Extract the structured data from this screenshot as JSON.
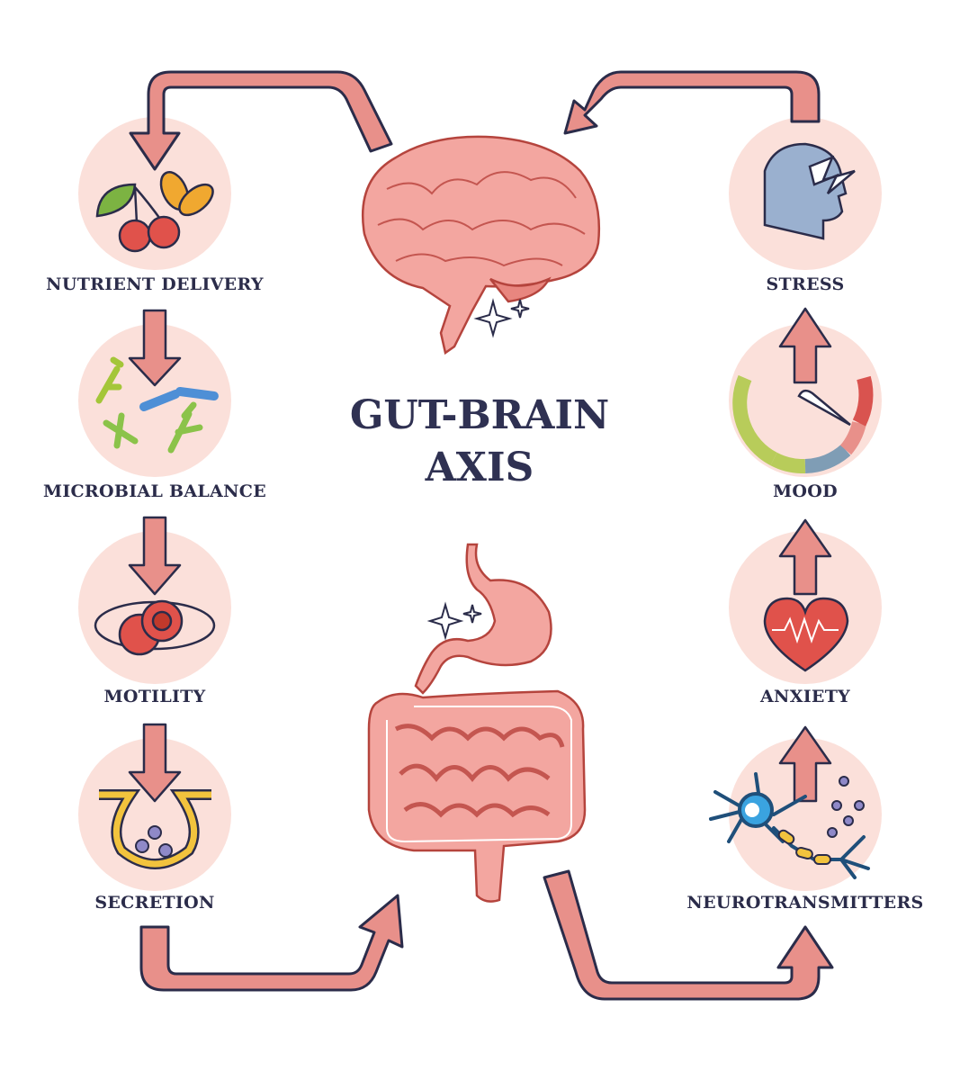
{
  "title": {
    "line1": "GUT-BRAIN",
    "line2": "AXIS"
  },
  "left_column": [
    {
      "label": "NUTRIENT DELIVERY",
      "icon": "cherries-almonds-icon"
    },
    {
      "label": "MICROBIAL BALANCE",
      "icon": "bacteria-icon"
    },
    {
      "label": "MOTILITY",
      "icon": "cells-orbit-icon"
    },
    {
      "label": "SECRETION",
      "icon": "gland-secretion-icon"
    }
  ],
  "right_column": [
    {
      "label": "STRESS",
      "icon": "head-lightning-icon"
    },
    {
      "label": "MOOD",
      "icon": "mood-gauge-icon"
    },
    {
      "label": "ANXIETY",
      "icon": "heart-pulse-icon"
    },
    {
      "label": "NEUROTRANSMITTERS",
      "icon": "neuron-icon"
    }
  ],
  "center": {
    "top_organ": "brain-icon",
    "bottom_organ": "gut-intestines-icon"
  },
  "colors": {
    "arrow_fill": "#e8908a",
    "outline": "#2b2c4a",
    "circle_bg": "#fbe0da",
    "text": "#2b2c4a"
  }
}
